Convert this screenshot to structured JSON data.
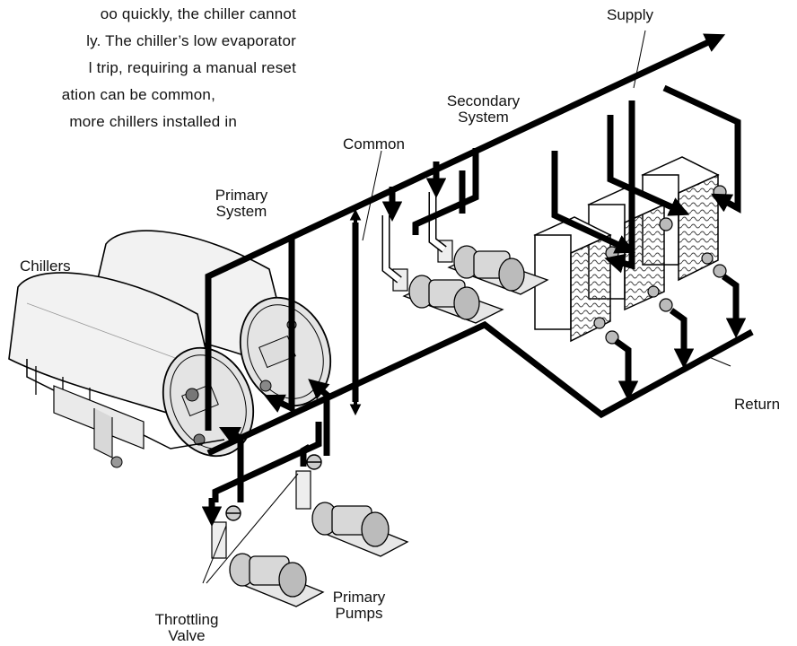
{
  "text_block": {
    "lines": [
      "oo quickly, the chiller cannot",
      "ly. The chiller’s low evaporator",
      "l trip, requiring a manual reset",
      "ation can be common,",
      "more chillers installed in"
    ]
  },
  "labels": {
    "supply": "Supply",
    "secondary_system": "Secondary\nSystem",
    "common": "Common",
    "primary_system": "Primary\nSystem",
    "chillers": "Chillers",
    "return": "Return",
    "primary_pumps": "Primary\nPumps",
    "throttling_valve": "Throttling\nValve"
  },
  "colors": {
    "ink": "#000000",
    "body_fill": "#f2f2f2",
    "paper": "#ffffff"
  }
}
